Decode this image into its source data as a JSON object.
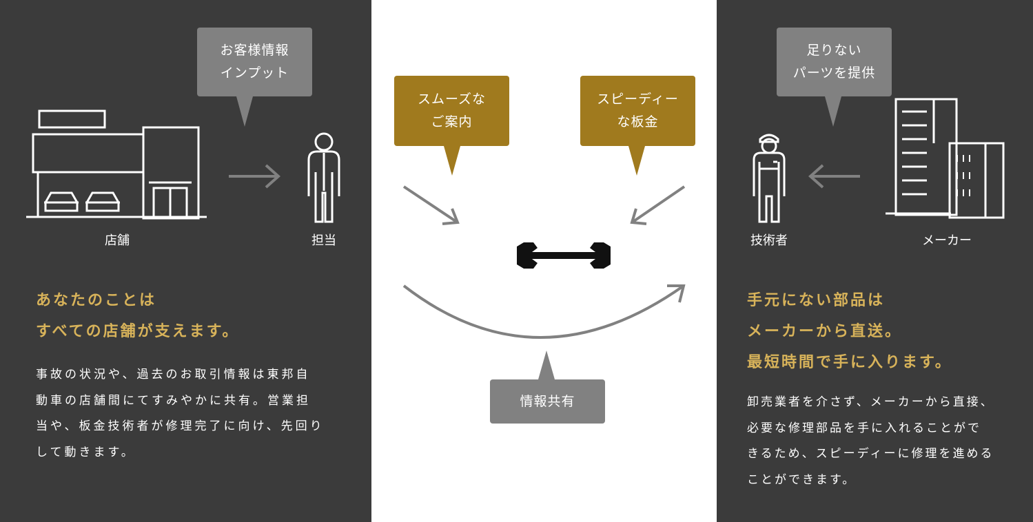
{
  "left": {
    "bubble": [
      "お客様情報",
      "インプット"
    ],
    "store_label": "店舗",
    "staff_label": "担当",
    "heading": [
      "あなたのことは",
      "すべての店舗が支えます。"
    ],
    "body": [
      "事故の状況や、過去のお取引情報は東邦自",
      "動車の店舗間にてすみやかに共有。営業担",
      "当や、板金技術者が修理完了に向け、先回り",
      "して動きます。"
    ]
  },
  "center": {
    "bubble_left": [
      "スムーズな",
      "ご案内"
    ],
    "bubble_right": [
      "スピーディー",
      "な板金"
    ],
    "bubble_bottom": "情報共有"
  },
  "right": {
    "bubble": [
      "足りない",
      "パーツを提供"
    ],
    "technician_label": "技術者",
    "maker_label": "メーカー",
    "heading": [
      "手元にない部品は",
      "メーカーから直送。",
      "最短時間で手に入ります。"
    ],
    "body": [
      "卸売業者を介さず、メーカーから直接、",
      "必要な修理部品を手に入れることがで",
      "きるため、スピーディーに修理を進める",
      "ことができます。"
    ]
  },
  "colors": {
    "panel": "#3b3b3b",
    "gold_heading": "#d8b35a",
    "gold_bubble": "#a07a1e",
    "gray": "#818181"
  }
}
